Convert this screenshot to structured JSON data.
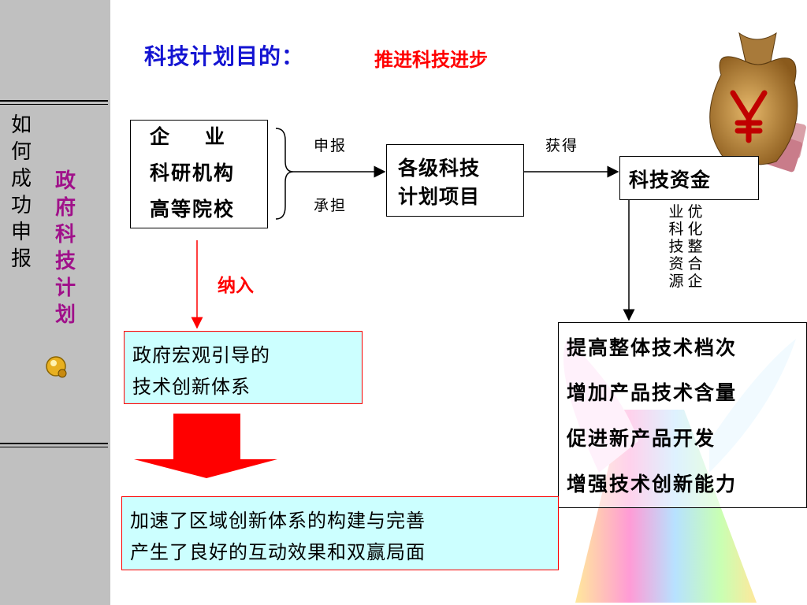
{
  "sidebar": {
    "heading_chars": [
      "如",
      "何",
      "成",
      "功",
      "申",
      "报"
    ],
    "sub_chars": [
      "政",
      "府",
      "科",
      "技",
      "计",
      "划"
    ],
    "bg_color": "#c0c0c0",
    "sub_color": "#a0108a"
  },
  "title": {
    "label": "科技计划目的：",
    "value": "推进科技进步",
    "label_color": "#1414d2",
    "value_color": "#ff0000"
  },
  "org_box": {
    "lines": [
      "企    业",
      "科研机构",
      "高等院校"
    ]
  },
  "edge_labels": {
    "declare": "申报",
    "undertake": "承担",
    "obtain": "获得",
    "include": "纳入"
  },
  "project_box": {
    "lines": [
      "各级科技",
      "计划项目"
    ]
  },
  "fund_box": {
    "label": "科技资金"
  },
  "vertical_note": {
    "col1": "优化整合企",
    "col2": "业科技资源"
  },
  "gov_box": {
    "lines": [
      "政府宏观引导的",
      "技术创新体系"
    ]
  },
  "right_box": {
    "lines": [
      "提高整体技术档次",
      "增加产品技术含量",
      "促进新产品开发",
      "增强技术创新能力"
    ]
  },
  "accel_box": {
    "lines": [
      "加速了区域创新体系的构建与完善",
      "产生了良好的互动效果和双赢局面"
    ]
  },
  "colors": {
    "accent_red": "#ff0000",
    "box_fill": "#ccffff",
    "arrow_red": "#ff0000"
  },
  "icons": [
    "money-bag-icon",
    "gold-coin-icon",
    "rainbow-beam-image"
  ]
}
